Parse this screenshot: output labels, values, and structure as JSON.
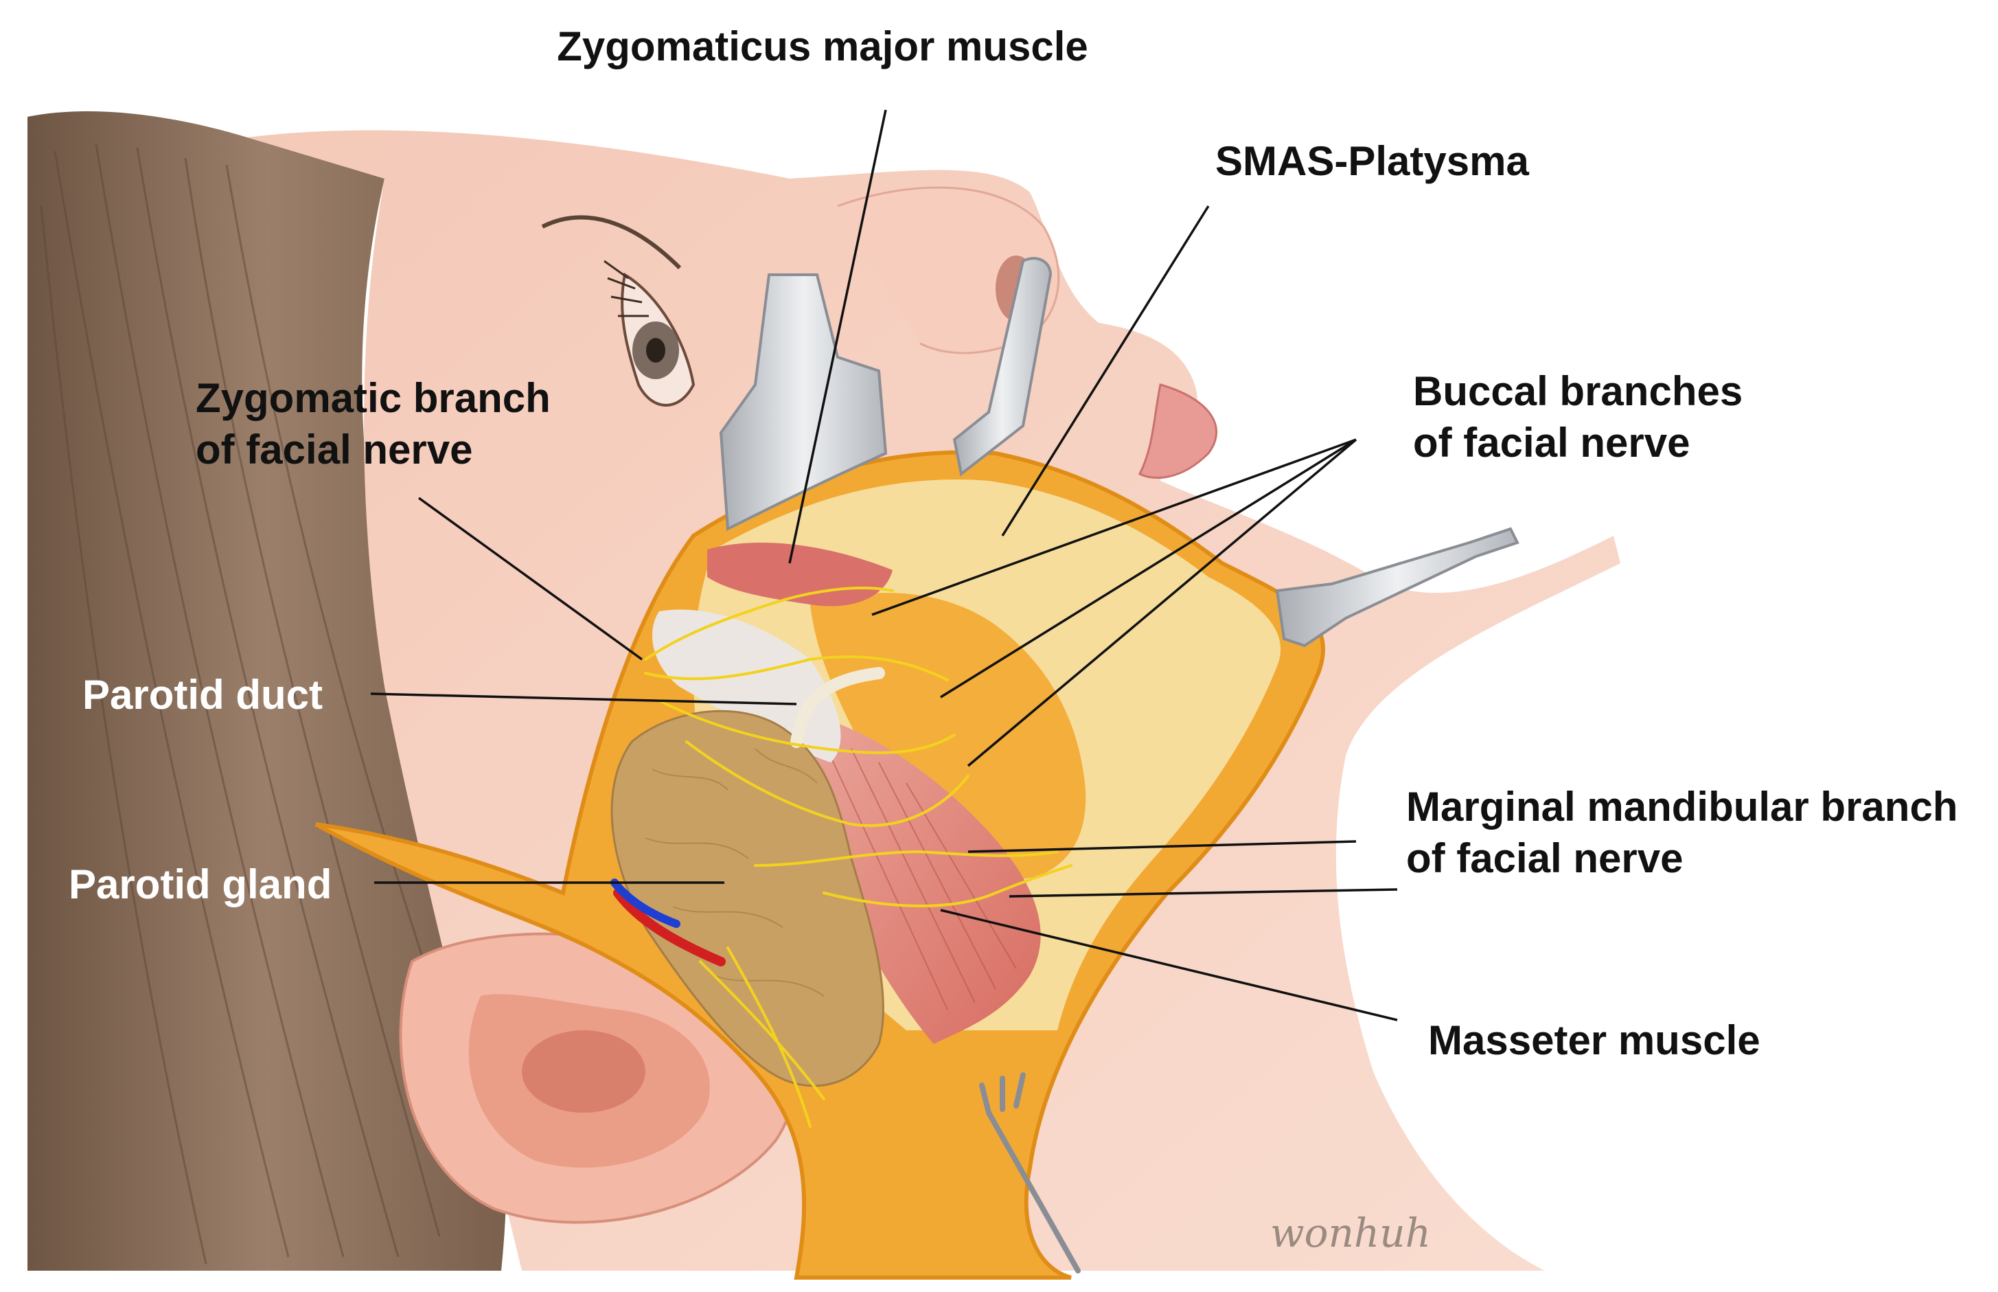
{
  "labels": {
    "zygomaticus_major": "Zygomaticus major muscle",
    "smas_platysma": "SMAS-Platysma",
    "zygomatic_branch_line1": "Zygomatic branch",
    "zygomatic_branch_line2": "of facial nerve",
    "buccal_line1": "Buccal branches",
    "buccal_line2": "of facial nerve",
    "parotid_duct": "Parotid duct",
    "parotid_gland": "Parotid gland",
    "marginal_line1": "Marginal mandibular branch",
    "marginal_line2": "of facial nerve",
    "masseter": "Masseter muscle"
  },
  "signature": "wonhuh",
  "colors": {
    "skin": "#f6d2c3",
    "hair": "#8a6d58",
    "fat": "#f3ae3c",
    "smas": "#f6dfa2",
    "muscle": "#df7f74",
    "gland": "#c9a064",
    "nerve": "#f2d21e",
    "retractor": "#c9ccd1",
    "artery": "#d21f1f",
    "vein": "#1f3fd2"
  }
}
